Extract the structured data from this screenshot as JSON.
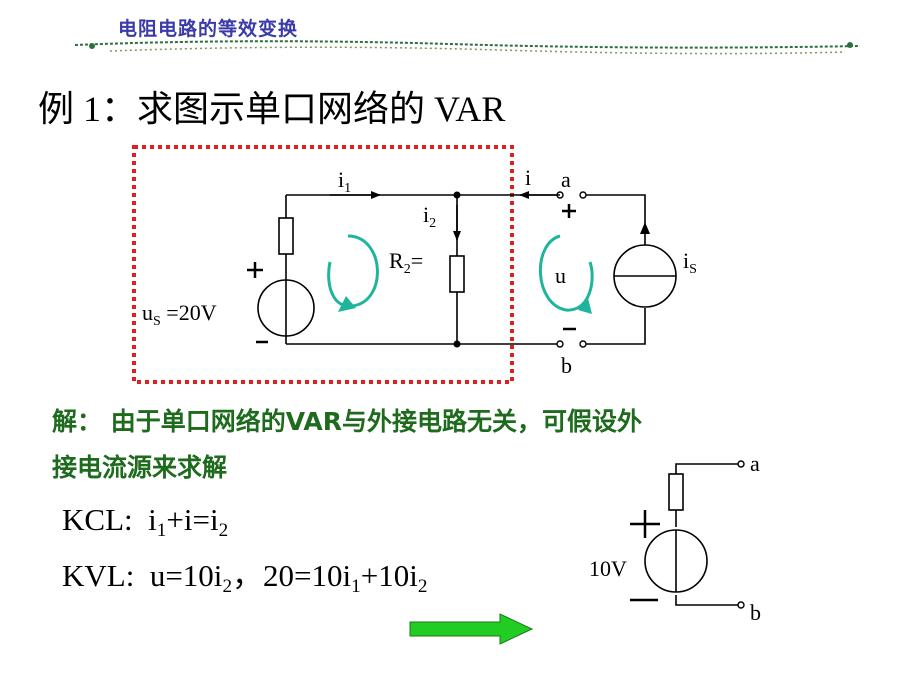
{
  "header": {
    "title": "电阻电路的等效变换"
  },
  "example": {
    "title": "例 1：求图示单口网络的 VAR"
  },
  "circuit": {
    "labels": {
      "i1": "i",
      "i1_sub": "1",
      "i": "i",
      "a": "a",
      "b": "b",
      "i2": "i",
      "i2_sub": "2",
      "r2": "R",
      "r2_sub": "2",
      "r2_tail": "=",
      "us": "u",
      "us_sub": "S",
      "us_tail": " =20V",
      "u": "u",
      "is": "i",
      "is_sub": "S"
    }
  },
  "solution": {
    "line1": "解：  由于单口网络的VAR与外接电路无关，可假设外",
    "line2": "接电流源来求解"
  },
  "equations": {
    "kcl_label": "KCL:",
    "kvl_label": "KVL:",
    "kcl": {
      "i": "i",
      "s1": "1",
      "p": "+i=i",
      "s2": "2"
    },
    "kvl": {
      "a": "u=10i",
      "s1": "2",
      "b": "，20=10i",
      "s2": "1",
      "c": "+10i",
      "s3": "2"
    }
  },
  "equivalent": {
    "source": "10V",
    "a": "a",
    "b": "b"
  },
  "colors": {
    "header_text": "#3a3aa8",
    "solution_text": "#1e6b1e",
    "dashed_box": "#e02020",
    "loop_arrow": "#1fb59c",
    "arrow_fill": "#22cc22"
  }
}
